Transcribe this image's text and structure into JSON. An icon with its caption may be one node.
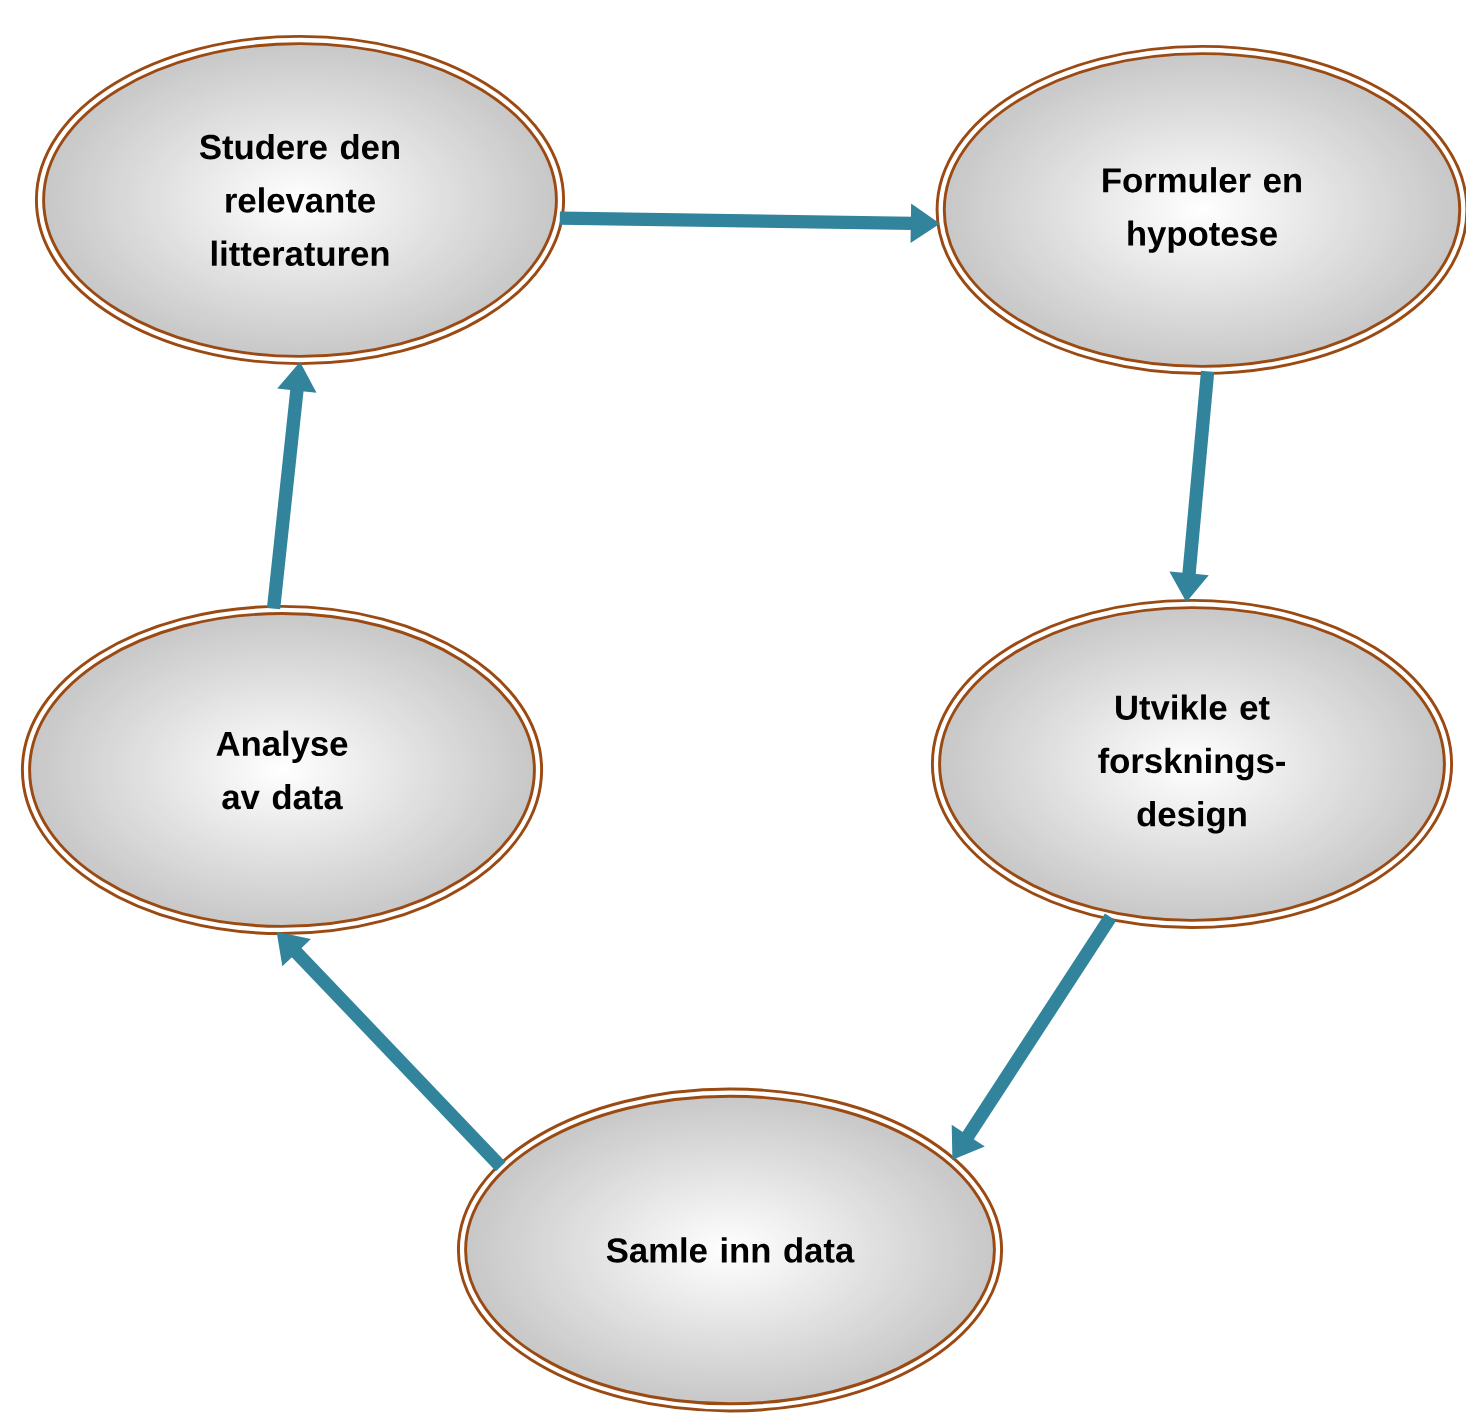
{
  "diagram": {
    "nodes": [
      {
        "text": [
          "Studere den relevante litteraturen"
        ]
      },
      {
        "text": [
          "Formuler en hypotese"
        ]
      },
      {
        "text": [
          "Utvikle et forsknings-design"
        ]
      },
      {
        "text": [
          "Samle inn data"
        ]
      },
      {
        "text": [
          "Analyse av data"
        ]
      }
    ],
    "edges": [
      {
        "from": 0,
        "to": 1,
        "arrow": "to"
      },
      {
        "from": 1,
        "to": 2,
        "arrow": "to"
      },
      {
        "from": 2,
        "to": 3,
        "arrow": "to"
      },
      {
        "from": 3,
        "to": 4,
        "arrow": "to"
      },
      {
        "from": 4,
        "to": 0,
        "arrow": "to"
      }
    ]
  }
}
